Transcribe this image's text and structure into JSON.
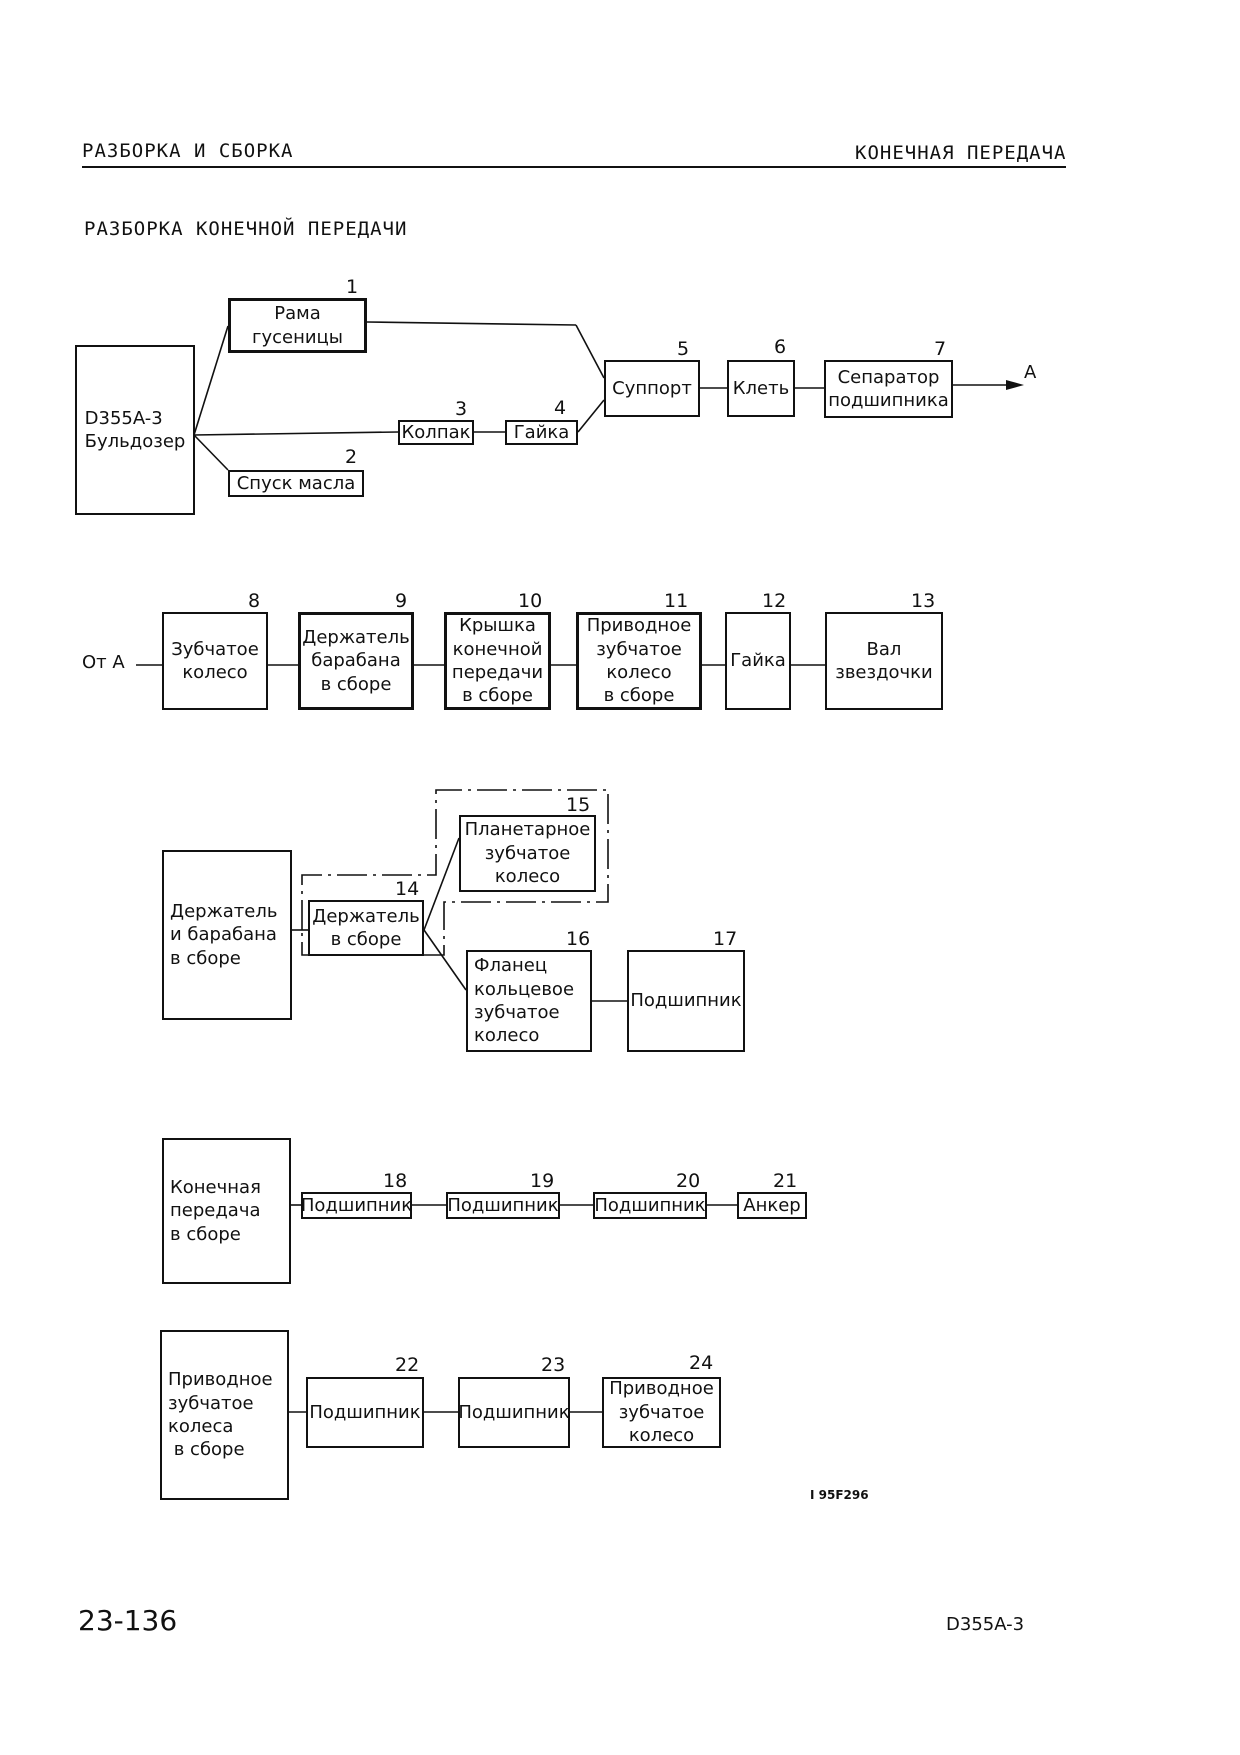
{
  "header": {
    "left": "РАЗБОРКА И СБОРКА",
    "right": "КОНЕЧНАЯ ПЕРЕДАЧА"
  },
  "section_title": "РАЗБОРКА КОНЕЧНОЙ ПЕРЕДАЧИ",
  "boxes": {
    "b0": "D355A-3\nБульдозер",
    "b1": "Рама\nгусеницы",
    "b2": "Спуск масла",
    "b3": "Колпак",
    "b4": "Гайка",
    "b5": "Суппорт",
    "b6": "Клеть",
    "b7": "Сепаратор\nподшипника",
    "b8": "Зубчатое\nколесо",
    "b9": "Держатель\nбарабана\nв сборе",
    "b10": "Крышка\nконечной\nпередачи\nв сборе",
    "b11": "Приводное\nзубчатое\nколесо\nв сборе",
    "b12": "Гайка",
    "b13": "Вал\nзвездочки",
    "c1": "Держатель\nи барабана\nв сборе",
    "b14": "Держатель\nв сборе",
    "b15": "Планетарное\nзубчатое\nколесо",
    "b16": "Фланец\nкольцевое\nзубчатое\nколесо",
    "b17": "Подшипник",
    "c2": "Конечная\nпередача\nв сборе",
    "b18": "Подшипник",
    "b19": "Подшипник",
    "b20": "Подшипник",
    "b21": "Анкер",
    "c3": "Приводное\nзубчатое\nколеса\n в сборе",
    "b22": "Подшипник",
    "b23": "Подшипник",
    "b24": "Приводное\nзубчатое\nколесо"
  },
  "numbers": {
    "n1": "1",
    "n2": "2",
    "n3": "3",
    "n4": "4",
    "n5": "5",
    "n6": "6",
    "n7": "7",
    "n8": "8",
    "n9": "9",
    "n10": "10",
    "n11": "11",
    "n12": "12",
    "n13": "13",
    "n14": "14",
    "n15": "15",
    "n16": "16",
    "n17": "17",
    "n18": "18",
    "n19": "19",
    "n20": "20",
    "n21": "21",
    "n22": "22",
    "n23": "23",
    "n24": "24"
  },
  "labels": {
    "arrow_a": "A",
    "from_a": "От А"
  },
  "footer": {
    "page": "23-136",
    "model": "D355A-3",
    "code": "I 95F296"
  }
}
